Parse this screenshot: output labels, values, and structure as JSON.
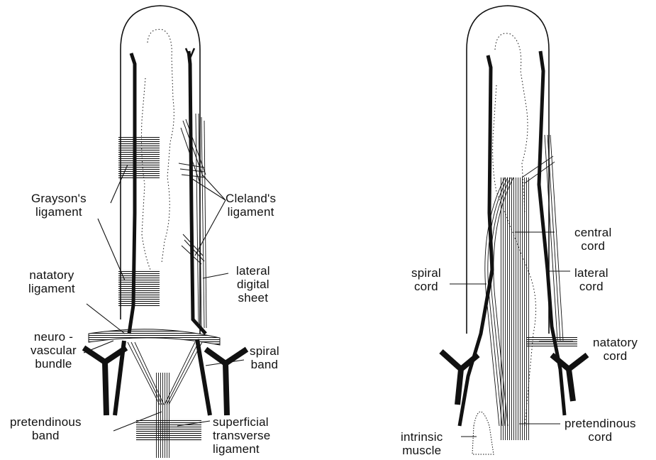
{
  "colors": {
    "ink": "#111111",
    "paper": "#ffffff"
  },
  "left_panel": {
    "labels": {
      "graysons_ligament": "Grayson's\nligament",
      "clelands_ligament": "Cleland's\nligament",
      "natatory_ligament": "natatory\nligament",
      "lateral_digital_sheet": "lateral\ndigital\nsheet",
      "neurovascular_bundle": "neuro -\nvascular\nbundle",
      "spiral_band": "spiral\nband",
      "pretendinous_band": "pretendinous\nband",
      "superficial_transverse_ligament": "superficial\ntransverse\nligament"
    }
  },
  "right_panel": {
    "labels": {
      "central_cord": "central\ncord",
      "spiral_cord": "spiral\ncord",
      "lateral_cord": "lateral\ncord",
      "natatory_cord": "natatory\ncord",
      "intrinsic_muscle": "intrinsic\nmuscle",
      "pretendinous_cord": "pretendinous\ncord"
    }
  }
}
